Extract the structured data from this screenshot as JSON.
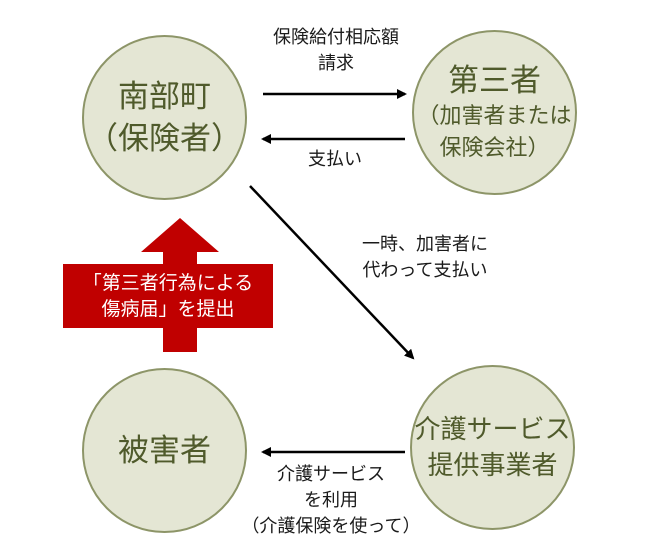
{
  "nodes": {
    "town": {
      "line1": "南部町",
      "line2": "（保険者）"
    },
    "third_party": {
      "line1": "第三者",
      "line2a": "（加害者または",
      "line2b": "保険会社）"
    },
    "victim": {
      "line1": "被害者"
    },
    "provider": {
      "line1": "介護サービス",
      "line2": "提供事業者"
    }
  },
  "edges": {
    "claim": {
      "line1": "保険給付相応額",
      "line2": "請求"
    },
    "payment": {
      "line1": "支払い"
    },
    "temp_payment": {
      "line1": "一時、加害者に",
      "line2": "代わって支払い"
    },
    "service_use": {
      "line1": "介護サービス",
      "line2": "を利用",
      "line3": "（介護保険を使って）"
    }
  },
  "callout": {
    "line1": "「第三者行為による",
    "line2": "傷病届」を提出"
  },
  "colors": {
    "node_fill": "#e4e6d4",
    "node_border": "#8d9568",
    "node_text": "#4f5a2b",
    "callout_red": "#c00000"
  }
}
